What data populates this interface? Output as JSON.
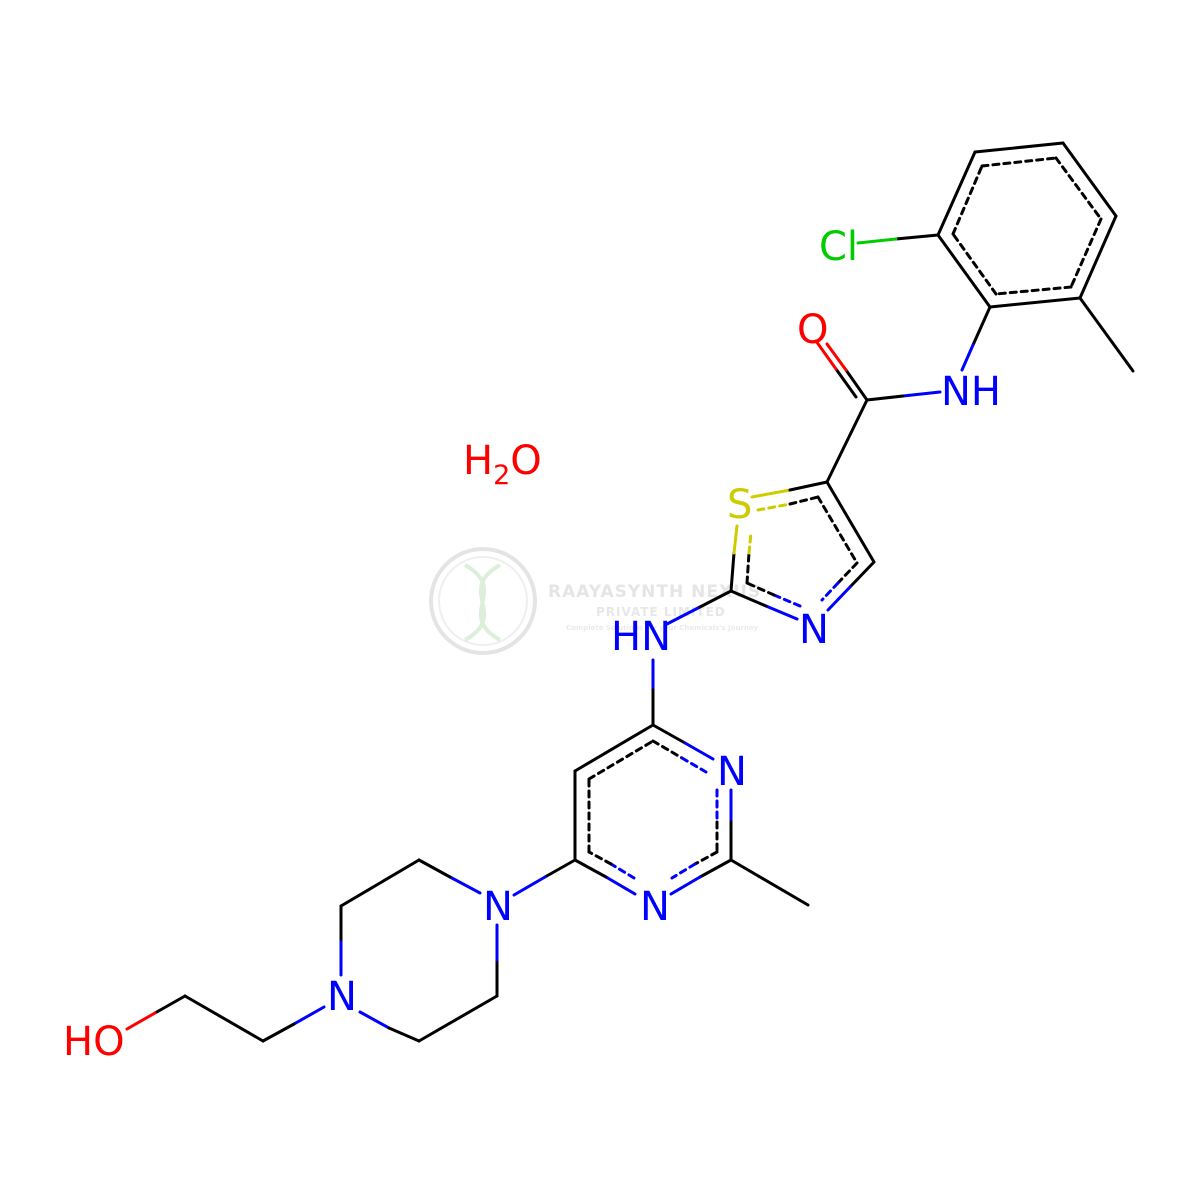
{
  "colors": {
    "carbon_bond": "#000000",
    "nitrogen": "#0000FF",
    "oxygen": "#FF0000",
    "sulfur": "#CCCC00",
    "chlorine": "#00CC00",
    "watermark": "#d9d9d9",
    "background": "#ffffff"
  },
  "labels": {
    "water_h": "H",
    "water_sub": "2",
    "water_o": "O",
    "chlorine": "Cl",
    "amide_oxygen": "O",
    "amide_nh": "NH",
    "thiazole_sulfur": "S",
    "thiazole_nitrogen": "N",
    "amine_nh": "HN",
    "pyrimidine_n_upper": "N",
    "pyrimidine_n_lower": "N",
    "piperazine_n_upper": "N",
    "piperazine_n_lower": "N",
    "hydroxyl": "HO"
  },
  "watermark": {
    "company": "RAAYASYNTH NEXUS",
    "line2": "PRIVATE LIMITED",
    "tagline": "Complete Solutions for your Chemicals's Journey",
    "logo_icon": "dna-helix-icon"
  }
}
